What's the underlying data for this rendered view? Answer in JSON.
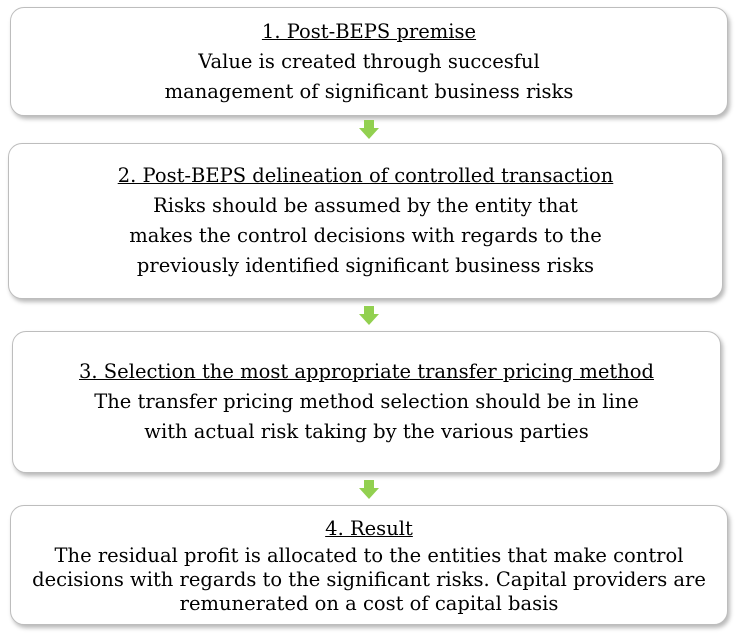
{
  "steps": [
    {
      "title": "1. Post-BEPS premise",
      "lines": [
        "Value is created through succesful",
        "management of significant business risks"
      ]
    },
    {
      "title": "2. Post-BEPS delineation of controlled transaction",
      "lines": [
        "Risks should be assumed by the entity that",
        "makes the control decisions with regards to the",
        "previously identified significant business risks"
      ]
    },
    {
      "title": "3. Selection the most appropriate transfer pricing method",
      "lines": [
        "The transfer pricing method selection should be in line",
        "with actual risk taking by the various parties"
      ]
    },
    {
      "title": "4. Result",
      "lines": [
        "The residual profit is allocated to the entities that make control",
        "decisions with regards to the significant risks. Capital providers are",
        "remunerated on a cost of capital basis"
      ]
    }
  ],
  "colors": {
    "arrow": "#92d050",
    "border": "#bdbdbd"
  }
}
